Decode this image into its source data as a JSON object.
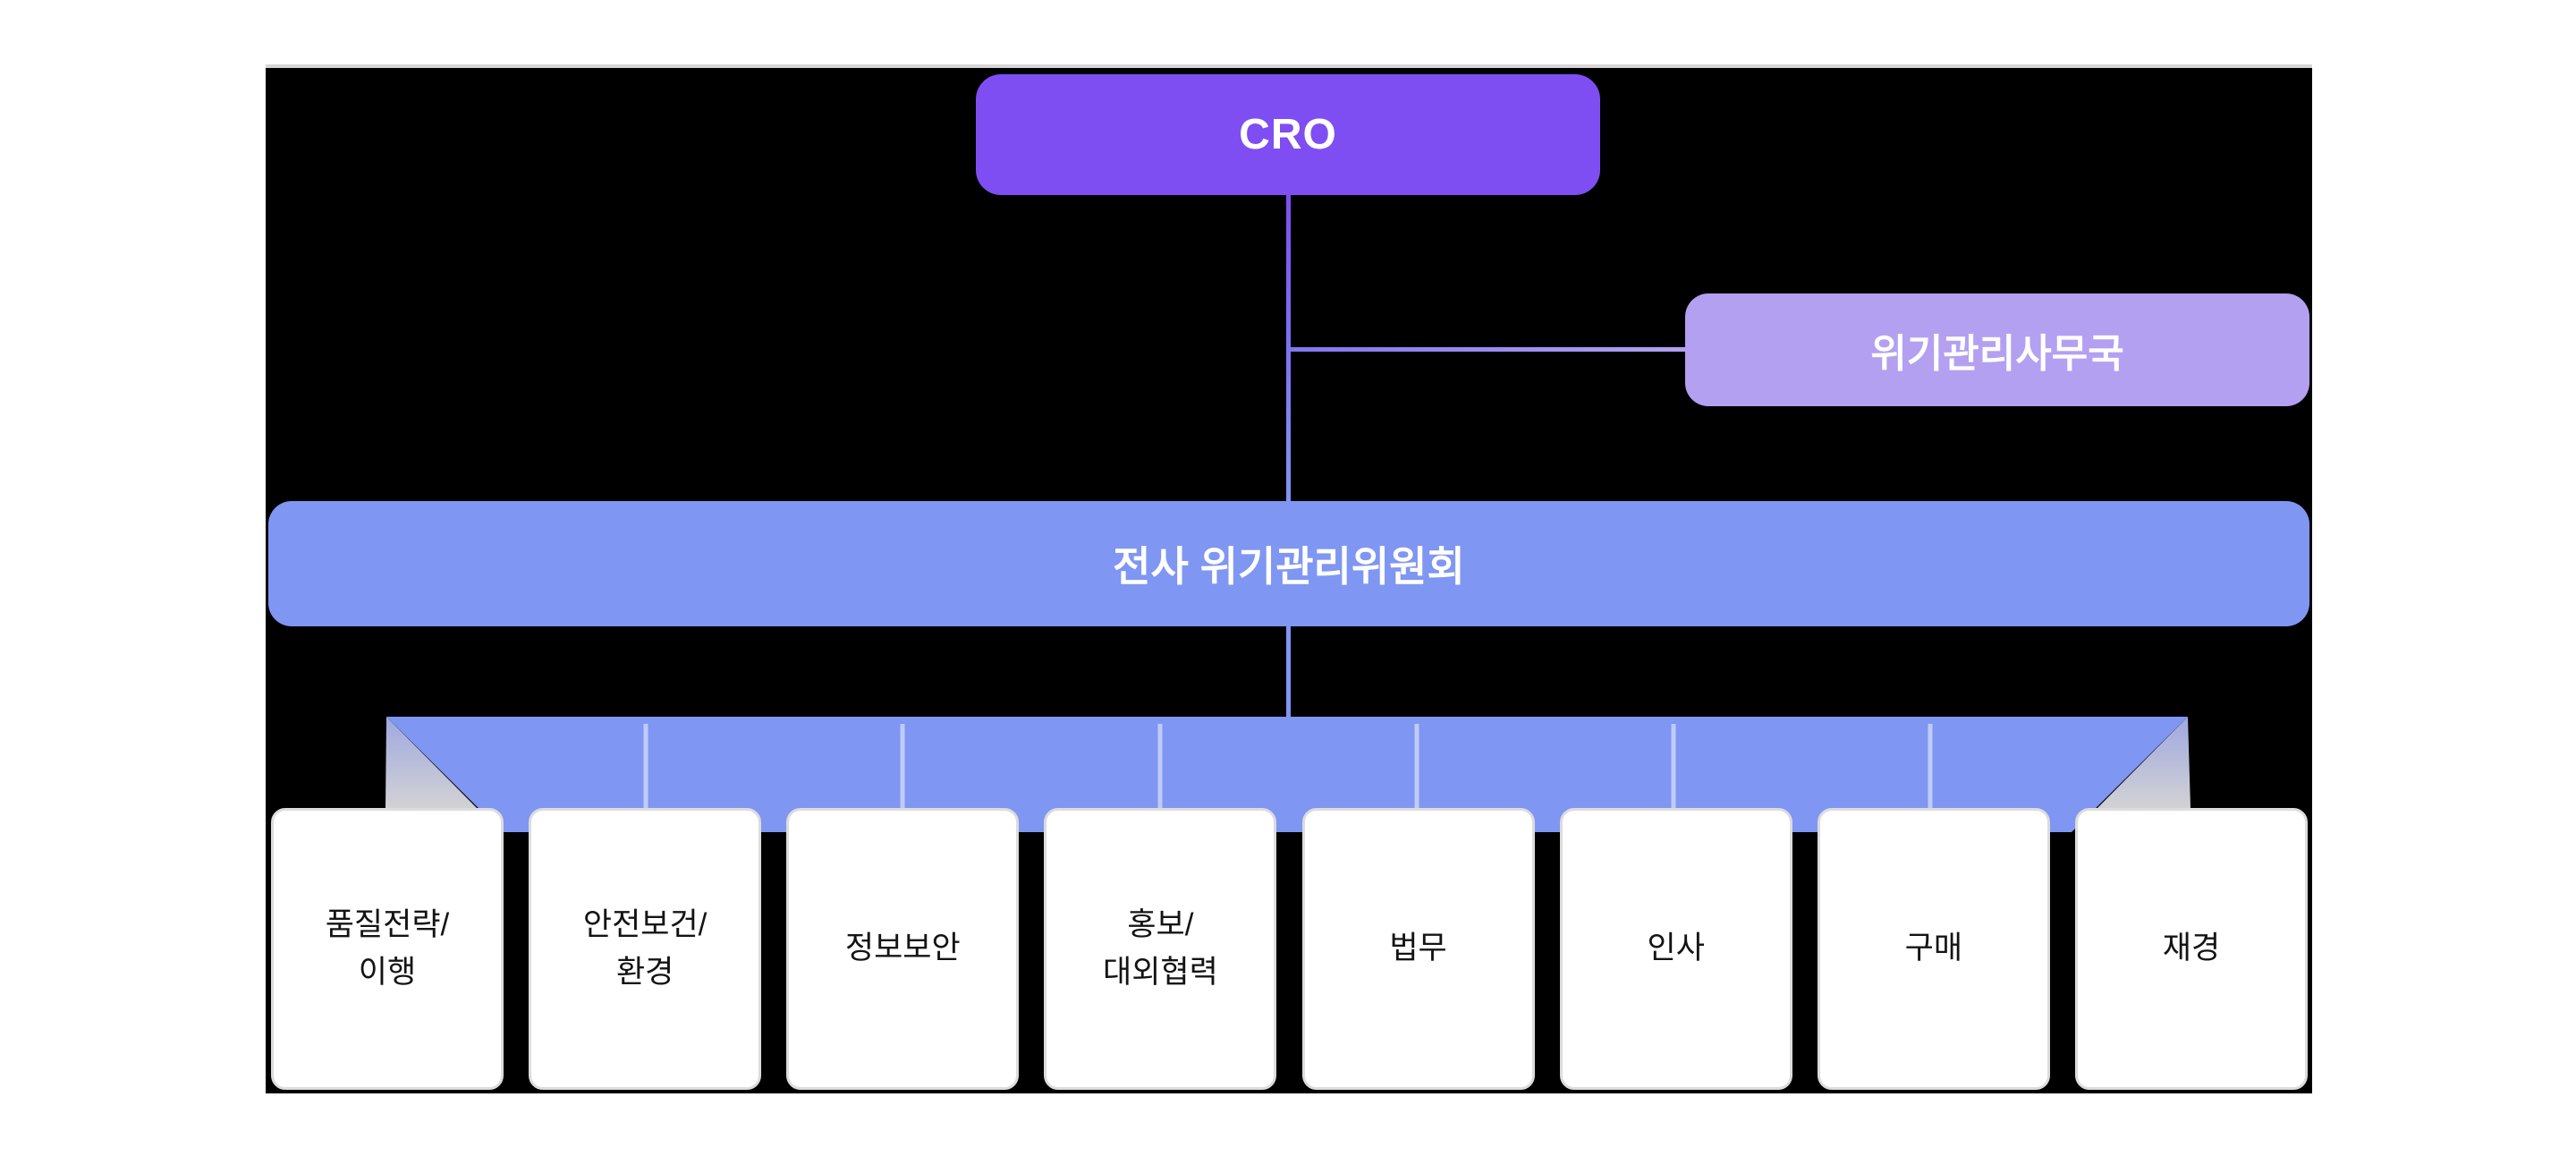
{
  "org_chart": {
    "cro": {
      "label": "CRO"
    },
    "office": {
      "label": "위기관리사무국"
    },
    "committee": {
      "label": "전사 위기관리위원회"
    },
    "departments": [
      {
        "label": "품질전략/\n이행"
      },
      {
        "label": "안전보건/\n환경"
      },
      {
        "label": "정보보안"
      },
      {
        "label": "홍보/\n대외협력"
      },
      {
        "label": "법무"
      },
      {
        "label": "인사"
      },
      {
        "label": "구매"
      },
      {
        "label": "재경"
      }
    ],
    "colors": {
      "canvas_bg": "#000000",
      "cro_bg": "#7E4EF2",
      "office_bg": "#B3A0F1",
      "committee_bg": "#7F96F2",
      "band_bg": "#7F96F2",
      "band_fold": "#CFCFD2",
      "connector_line_start": "#7E4EF2",
      "connector_line_end": "#7F96F2",
      "department_bg": "#FFFFFF",
      "department_border": "#DCDCDC",
      "department_text": "#141414",
      "node_text": "#FFFFFF"
    }
  }
}
